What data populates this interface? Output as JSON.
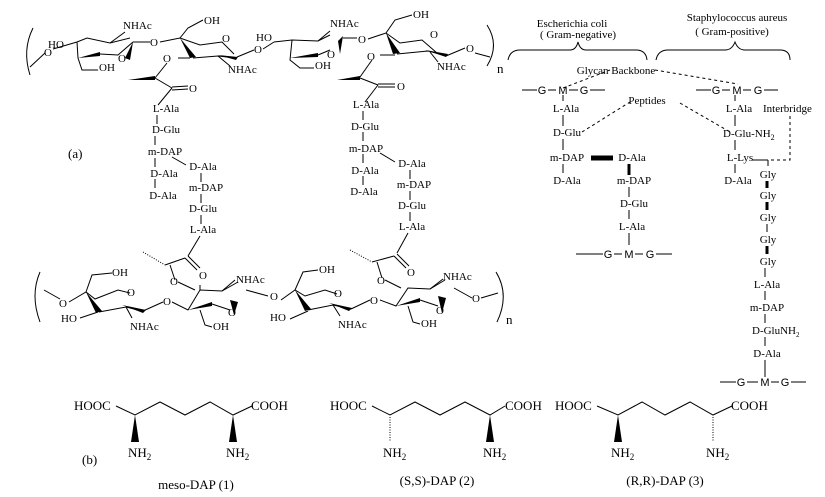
{
  "labels": {
    "panel_a": "(a)",
    "panel_b": "(b)",
    "repeat_n": "n"
  },
  "sugar": {
    "NHAc": "NHAc",
    "OH": "OH",
    "HO": "HO",
    "O": "O"
  },
  "crosslink_left": {
    "stem_upper": [
      "L-Ala",
      "D-Glu",
      "m-DAP",
      "D-Ala",
      "D-Ala"
    ],
    "stem_lower": [
      "D-Ala",
      "m-DAP",
      "D-Glu",
      "L-Ala"
    ]
  },
  "crosslink_right": {
    "stem_upper": [
      "L-Ala",
      "D-Glu",
      "m-DAP",
      "D-Ala",
      "D-Ala"
    ],
    "stem_lower": [
      "D-Ala",
      "m-DAP",
      "D-Glu",
      "L-Ala"
    ]
  },
  "ecoli": {
    "title": "Escherichia coli",
    "subtitle": "( Gram-negative)",
    "glycan_label": "Glycan Backbone",
    "peptides_label": "Peptides",
    "backbone": [
      "G",
      "M",
      "G"
    ],
    "stem": [
      "L-Ala",
      "D-Glu",
      "m-DAP",
      "D-Ala"
    ],
    "stem2": [
      "D-Ala",
      "m-DAP",
      "D-Glu",
      "L-Ala"
    ],
    "backbone2": [
      "G",
      "M",
      "G"
    ]
  },
  "saureus": {
    "title": "Staphylococcus aureus",
    "subtitle": "( Gram-positive)",
    "interbridge_label": "Interbridge",
    "backbone": [
      "G",
      "M",
      "G"
    ],
    "stem": [
      "L-Ala",
      "D-Glu-NH",
      "L-Lys",
      "D-Ala"
    ],
    "sub2": "2",
    "bridge": [
      "Gly",
      "Gly",
      "Gly",
      "Gly",
      "Gly"
    ],
    "stem2": [
      "L-Ala",
      "m-DAP",
      "D-GluNH",
      "D-Ala"
    ],
    "backbone2": [
      "G",
      "M",
      "G"
    ]
  },
  "dap": {
    "hooc": "HOOC",
    "cooh": "COOH",
    "nh": "NH",
    "sub2": "2",
    "names": [
      "meso-DAP (1)",
      "(S,S)-DAP (2)",
      "(R,R)-DAP (3)"
    ]
  }
}
